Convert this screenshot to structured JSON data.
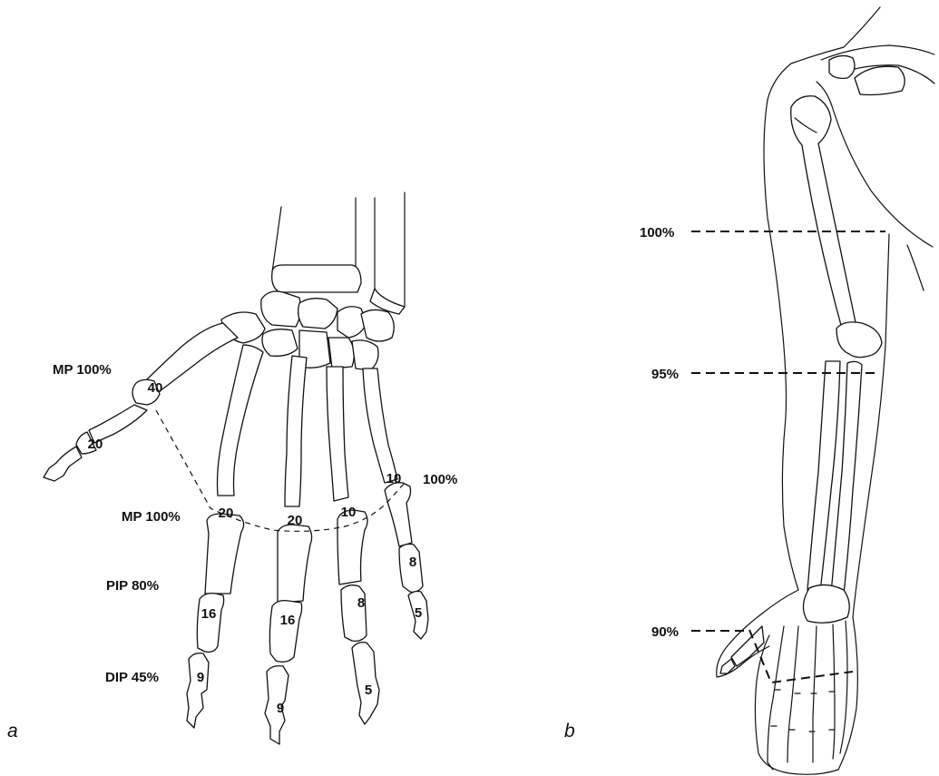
{
  "panel_a": {
    "panel_letter": "a",
    "thumb_labels": {
      "mp": "MP 100%"
    },
    "finger_labels": {
      "mp": "MP 100%",
      "pip": "PIP 80%",
      "dip": "DIP 45%",
      "little_mp": "100%"
    },
    "thumb_values": {
      "proximal": "40",
      "distal": "20"
    },
    "index_values": {
      "proximal": "20",
      "middle": "16",
      "distal": "9"
    },
    "middle_values": {
      "proximal": "20",
      "middle": "16",
      "distal": "9"
    },
    "ring_values": {
      "proximal": "10",
      "middle": "8",
      "distal": "5"
    },
    "little_values": {
      "proximal": "10",
      "middle": "8",
      "distal": "5"
    }
  },
  "panel_b": {
    "panel_letter": "b",
    "levels": [
      {
        "label": "100%"
      },
      {
        "label": "95%"
      },
      {
        "label": "90%"
      }
    ]
  }
}
